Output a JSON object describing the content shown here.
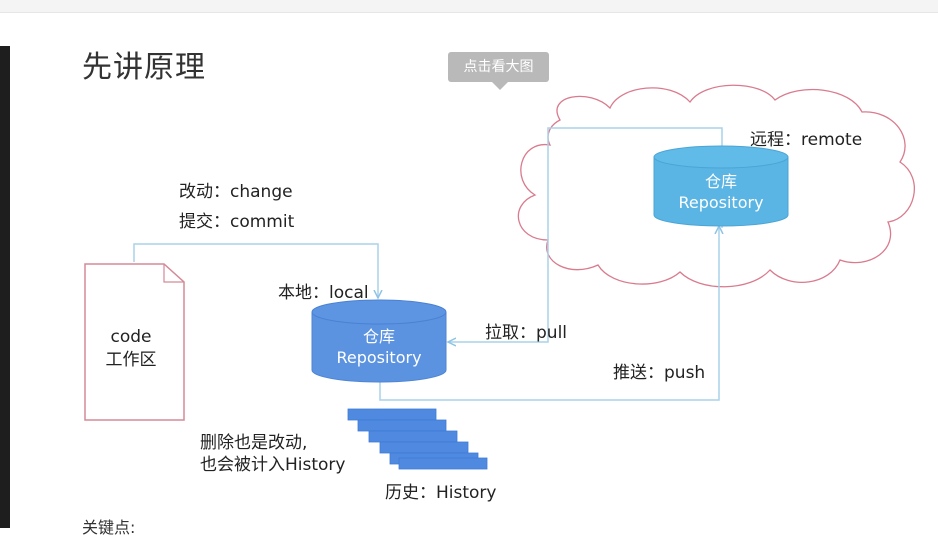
{
  "page": {
    "title": "先讲原理",
    "tooltip": "点击看大图",
    "bottom_heading": "关键点:"
  },
  "diagram": {
    "workspace": {
      "line1": "code",
      "line2": "工作区"
    },
    "change_label": "改动：change",
    "commit_label": "提交：commit",
    "local_label": "本地：local",
    "local_repo": {
      "line1": "仓库",
      "line2": "Repository"
    },
    "remote_label": "远程：remote",
    "remote_repo": {
      "line1": "仓库",
      "line2": "Repository"
    },
    "pull_label": "拉取：pull",
    "push_label": "推送：push",
    "delete_note_line1": "删除也是改动,",
    "delete_note_line2": "也会被计入History",
    "history_label": "历史：History"
  },
  "colors": {
    "local_cylinder": "#5b93e0",
    "remote_cylinder": "#5ab5e4",
    "connector": "#a9d3ea",
    "cloud_outline": "#d97b8e",
    "document_outline": "#d48a98",
    "history_stack": "#4f8ae0"
  },
  "icons": {
    "workspace": "document-shape",
    "local_repo": "database-cylinder",
    "remote_repo": "database-cylinder",
    "remote": "cloud-shape",
    "history": "stacked-layers"
  }
}
